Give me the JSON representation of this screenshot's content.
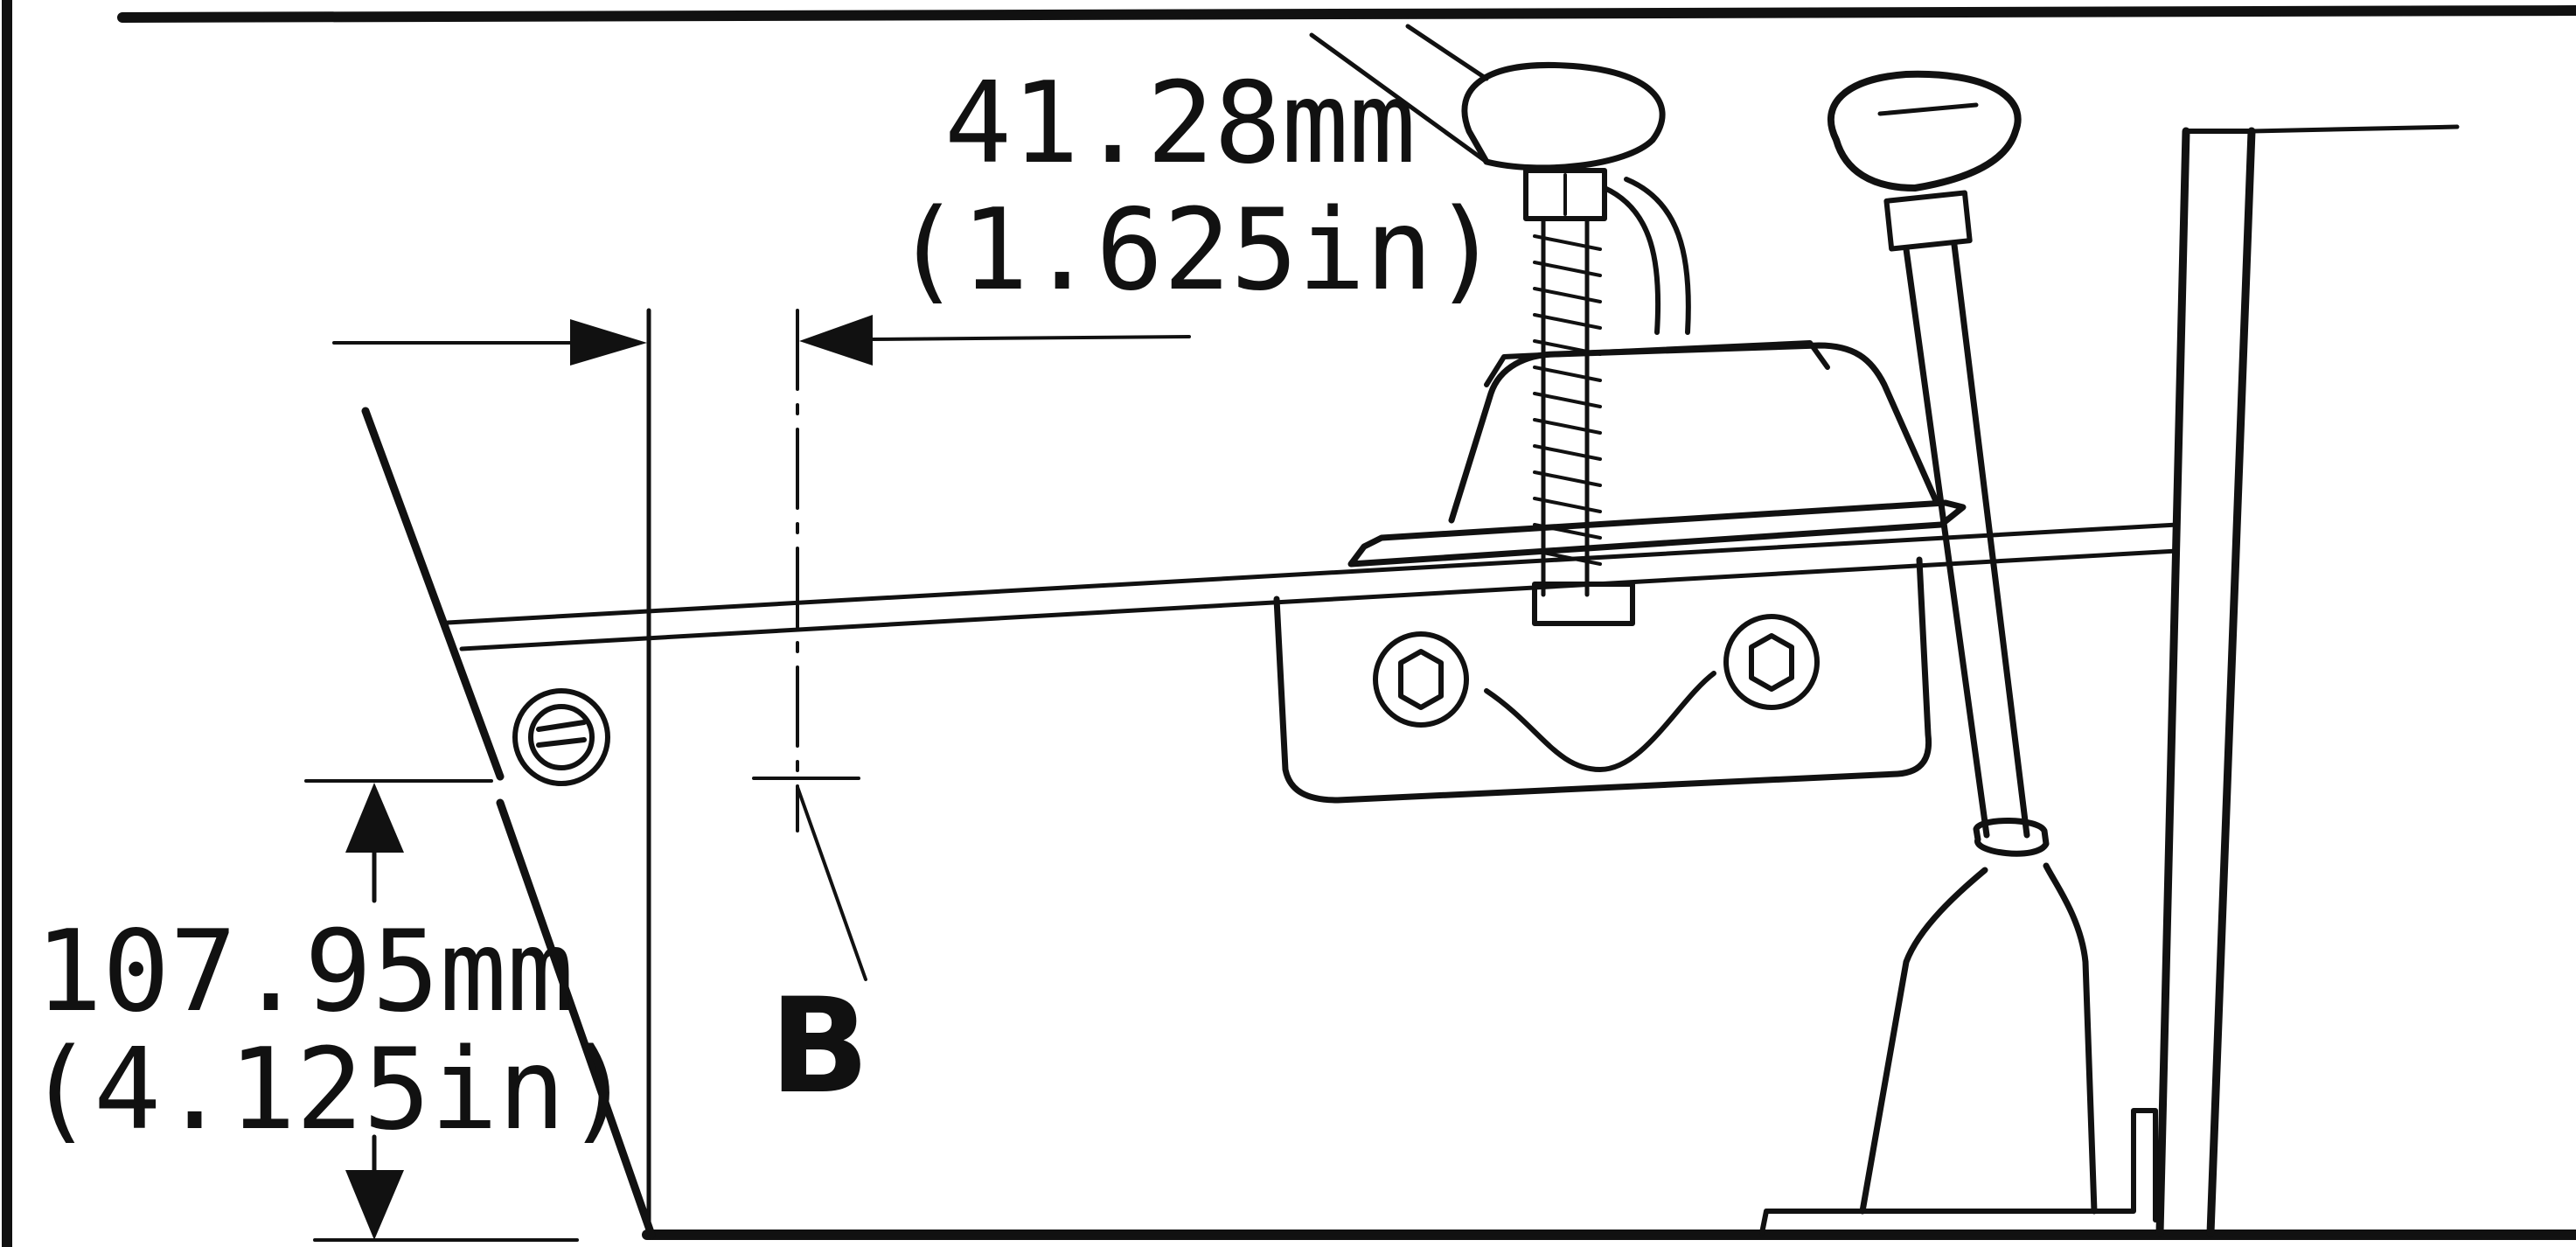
{
  "diagram": {
    "dimension_horizontal": {
      "metric": "41.28mm",
      "imperial": "(1.625in)"
    },
    "dimension_vertical": {
      "metric": "107.95mm",
      "imperial": "(4.125in)"
    },
    "point_label": "B"
  },
  "colors": {
    "ink": "#111111",
    "background": "#ffffff"
  }
}
